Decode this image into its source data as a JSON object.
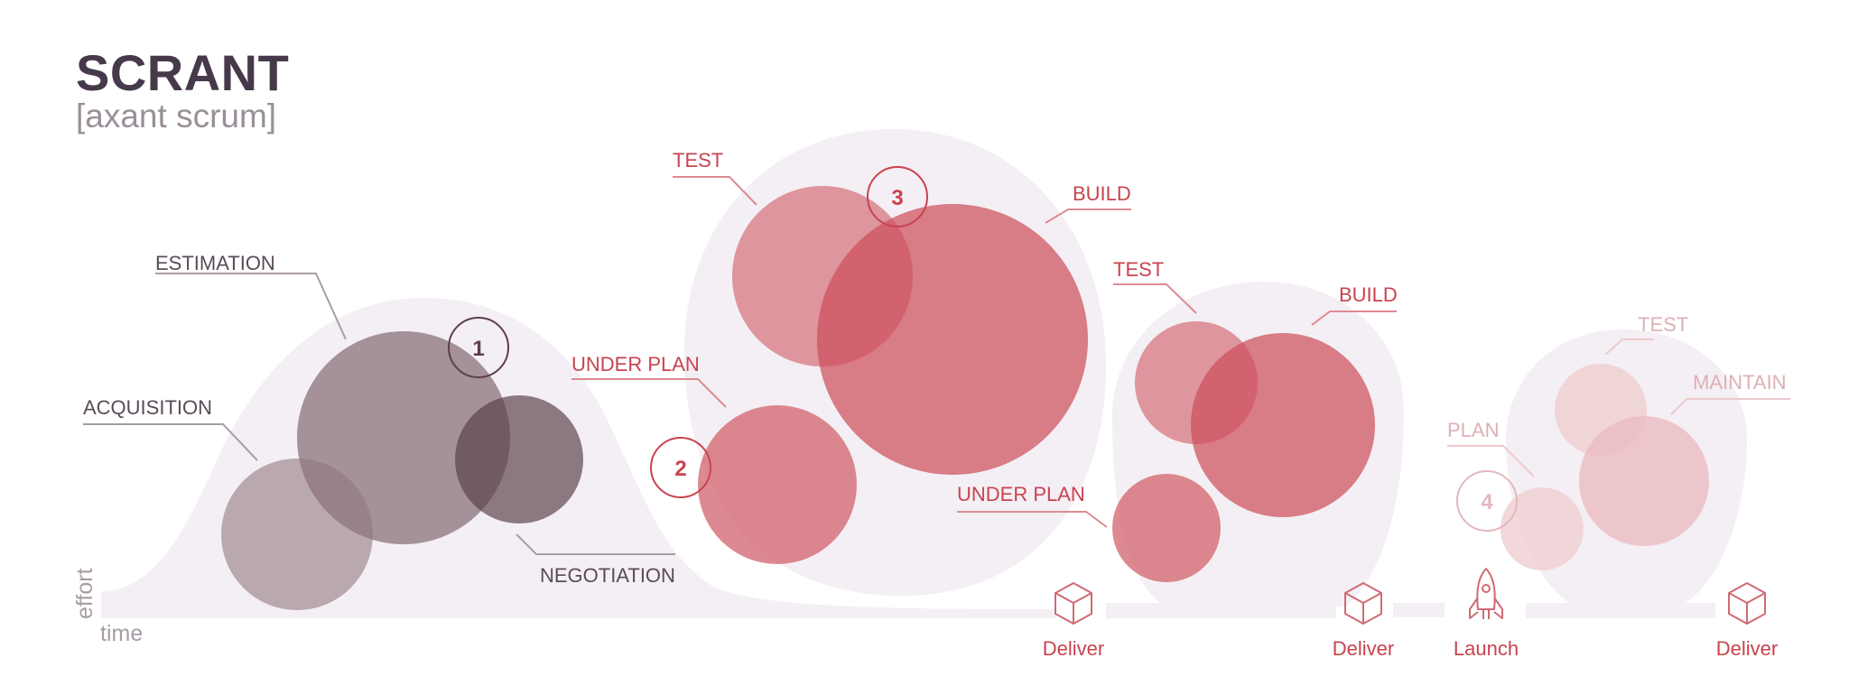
{
  "header": {
    "title": "SCRANT",
    "subtitle": "[axant scrum]"
  },
  "axes": {
    "effort": "effort",
    "time": "time"
  },
  "phases": [
    {
      "number": "1",
      "labels": {
        "estimation": "ESTIMATION",
        "acquisition": "ACQUISITION",
        "negotiation": "NEGOTIATION"
      }
    },
    {
      "number": "2",
      "labels": {
        "under_plan": "UNDER PLAN"
      }
    },
    {
      "number": "3",
      "labels": {
        "test": "TEST",
        "build": "BUILD"
      }
    },
    {
      "labels": {
        "test": "TEST",
        "build": "BUILD",
        "under_plan": "UNDER PLAN"
      }
    },
    {
      "number": "4",
      "labels": {
        "test": "TEST",
        "maintain": "MAINTAIN",
        "plan": "PLAN"
      }
    }
  ],
  "milestones": [
    {
      "label": "Deliver",
      "icon": "box-icon"
    },
    {
      "label": "Deliver",
      "icon": "box-icon"
    },
    {
      "label": "Launch",
      "icon": "rocket-icon"
    },
    {
      "label": "Deliver",
      "icon": "box-icon"
    }
  ],
  "colors": {
    "dark": "#46394a",
    "red": "#c8434f",
    "faded": "#dba9ad",
    "background_shape": "#f3eef3"
  }
}
